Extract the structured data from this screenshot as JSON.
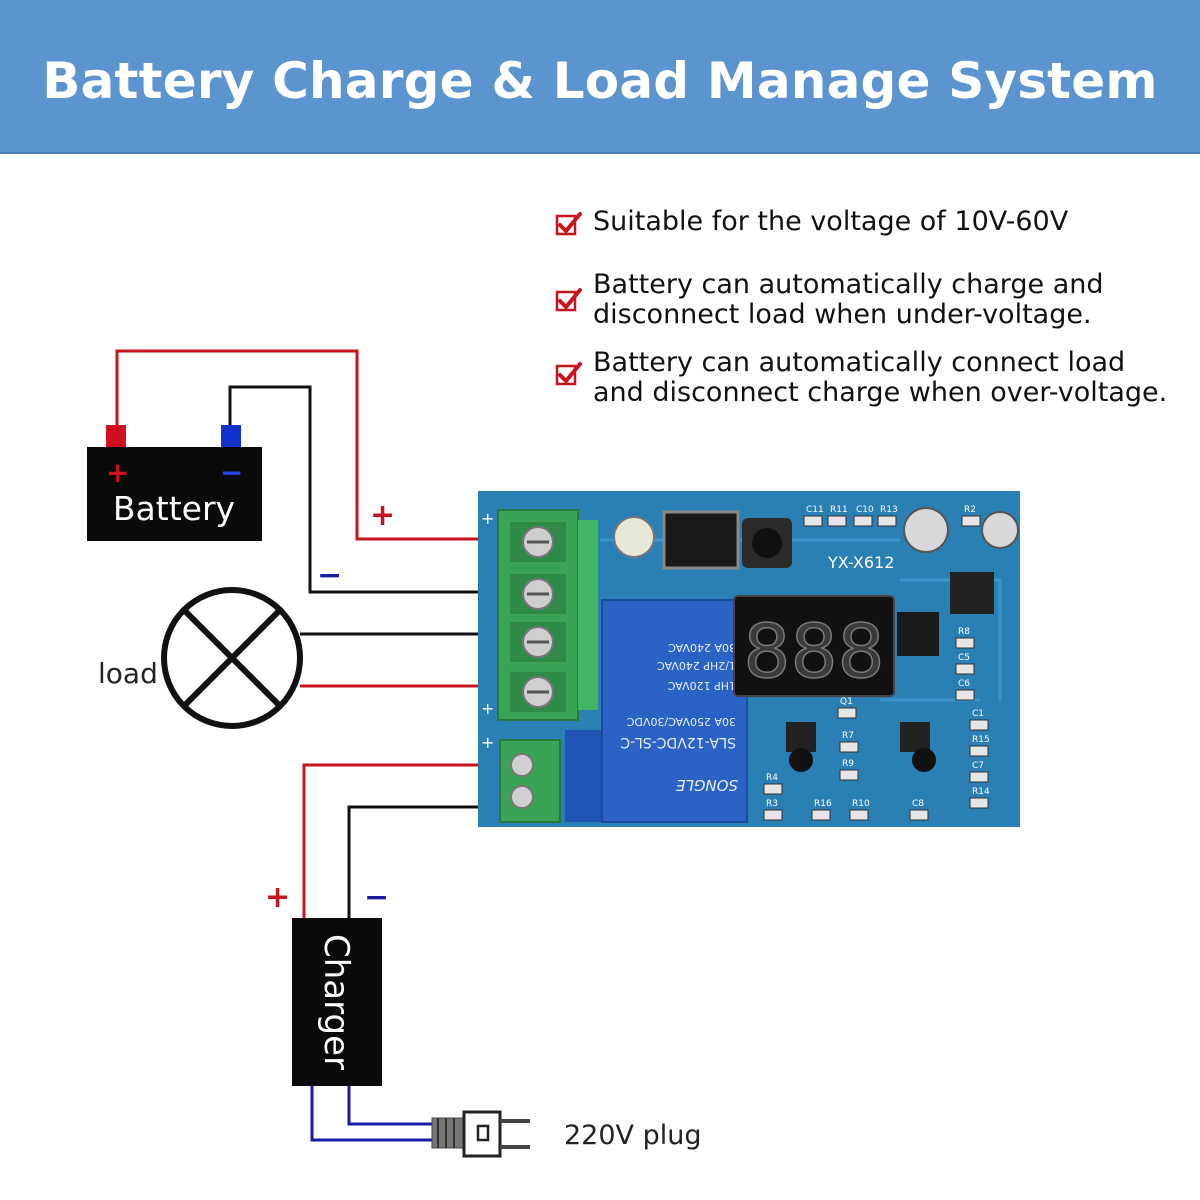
{
  "header": {
    "title": "Battery Charge & Load Manage System",
    "color": "#5b94ce"
  },
  "features": [
    {
      "lines": [
        "Suitable for the voltage of 10V-60V"
      ],
      "icon": "check-icon"
    },
    {
      "lines": [
        "Battery can automatically charge and",
        "disconnect load when under-voltage."
      ],
      "icon": "check-icon"
    },
    {
      "lines": [
        "Battery can automatically connect load",
        "and disconnect charge when over-voltage."
      ],
      "icon": "check-icon"
    }
  ],
  "diagram": {
    "battery_label": "Battery",
    "load_label": "load",
    "charger_label": "Charger",
    "plug_label": "220V plug",
    "plus_sign": "+",
    "minus_sign": "−"
  },
  "board": {
    "model": "YX-X612",
    "display_digits": "888",
    "relay_brand": "SONGLE",
    "relay_model": "SLA-12VDC-SL-C",
    "relay_rating_1": "30A 250VAC/30VDC",
    "relay_rating_2": "1HP 120VAC",
    "relay_rating_3": "1/2HP 240VAC",
    "relay_rating_4": "30A 240VAC",
    "chip_labels": [
      "C11",
      "R11",
      "C10",
      "R13",
      "R2",
      "R8",
      "C5",
      "C6",
      "C1",
      "R15",
      "C7",
      "R14",
      "Q1",
      "R7",
      "R9",
      "R4",
      "R3",
      "R16",
      "R10",
      "C8"
    ]
  },
  "colors": {
    "wire_red": "#c8141e",
    "wire_blue": "#1a1aa8",
    "wire_black": "#111111",
    "board": "#2a7fb4",
    "terminal": "#3aa356"
  }
}
